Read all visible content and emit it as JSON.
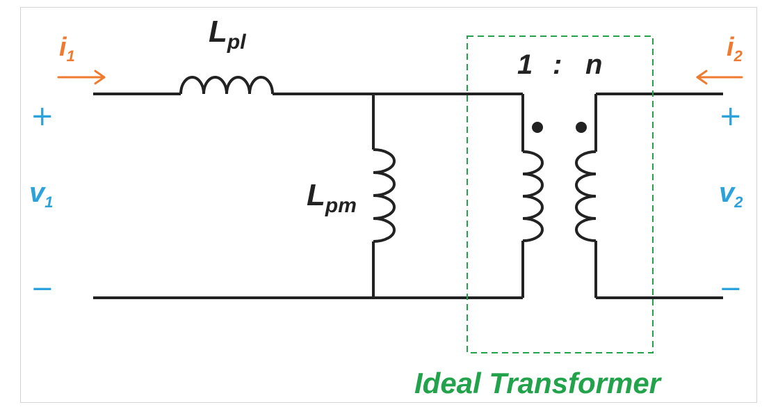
{
  "diagram": {
    "inductors": {
      "series": {
        "letter": "L",
        "subscript": "pl"
      },
      "shunt": {
        "letter": "L",
        "subscript": "pm"
      }
    },
    "transformer": {
      "ratio_left": "1",
      "ratio_sep": ":",
      "ratio_right": "n",
      "caption": "Ideal Transformer"
    },
    "port1": {
      "current_letter": "i",
      "current_subscript": "1",
      "voltage_letter": "v",
      "voltage_subscript": "1",
      "plus": "+",
      "minus": "−"
    },
    "port2": {
      "current_letter": "i",
      "current_subscript": "2",
      "voltage_letter": "v",
      "voltage_subscript": "2",
      "plus": "+",
      "minus": "−"
    },
    "colors": {
      "wire": "#222222",
      "current": "#ee7b30",
      "voltage": "#2ba2dc",
      "transformer_box": "#22a24a"
    }
  }
}
